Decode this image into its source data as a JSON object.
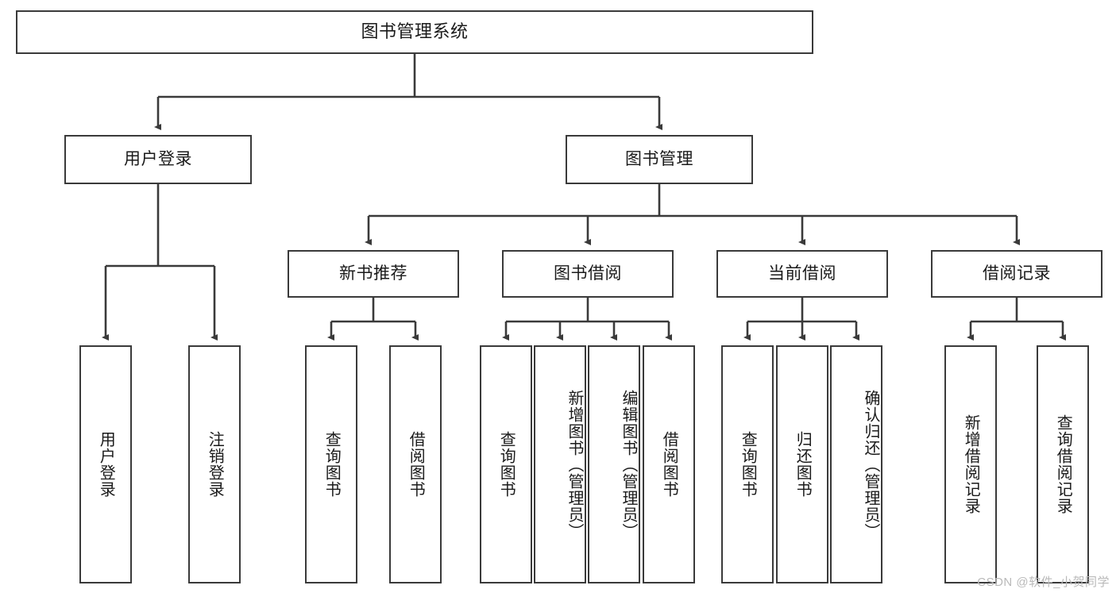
{
  "diagram": {
    "title": "图书管理系统",
    "root": {
      "id": "root",
      "label": "图书管理系统"
    },
    "level2": [
      {
        "id": "user-login",
        "label": "用户登录"
      },
      {
        "id": "book-manage",
        "label": "图书管理"
      }
    ],
    "level3": [
      {
        "id": "new-book-recommend",
        "label": "新书推荐"
      },
      {
        "id": "book-borrow",
        "label": "图书借阅"
      },
      {
        "id": "current-borrow",
        "label": "当前借阅"
      },
      {
        "id": "borrow-record",
        "label": "借阅记录"
      }
    ],
    "leaves": [
      {
        "id": "leaf-user-login",
        "label": "用户登录",
        "parent": "user-login"
      },
      {
        "id": "leaf-logout-login",
        "label": "注销登录",
        "parent": "user-login"
      },
      {
        "id": "leaf-query-book-1",
        "label": "查询图书",
        "parent": "new-book-recommend"
      },
      {
        "id": "leaf-borrow-book-1",
        "label": "借阅图书",
        "parent": "new-book-recommend"
      },
      {
        "id": "leaf-query-book-2",
        "label": "查询图书",
        "parent": "book-borrow"
      },
      {
        "id": "leaf-add-book",
        "label": "新增图书（管理员）",
        "parent": "book-borrow"
      },
      {
        "id": "leaf-edit-book",
        "label": "编辑图书（管理员）",
        "parent": "book-borrow"
      },
      {
        "id": "leaf-borrow-book-2",
        "label": "借阅图书",
        "parent": "book-borrow"
      },
      {
        "id": "leaf-query-book-3",
        "label": "查询图书",
        "parent": "current-borrow"
      },
      {
        "id": "leaf-return-book",
        "label": "归还图书",
        "parent": "current-borrow"
      },
      {
        "id": "leaf-confirm-return",
        "label": "确认归还（管理员）",
        "parent": "current-borrow"
      },
      {
        "id": "leaf-add-record",
        "label": "新增借阅记录",
        "parent": "borrow-record"
      },
      {
        "id": "leaf-query-record",
        "label": "查询借阅记录",
        "parent": "borrow-record"
      }
    ],
    "watermark": "CSDN @软件_小贺同学",
    "colors": {
      "border": "#3a3a3a",
      "text": "#1a1a1a",
      "background": "#ffffff",
      "watermark": "#b9b9b9"
    }
  }
}
